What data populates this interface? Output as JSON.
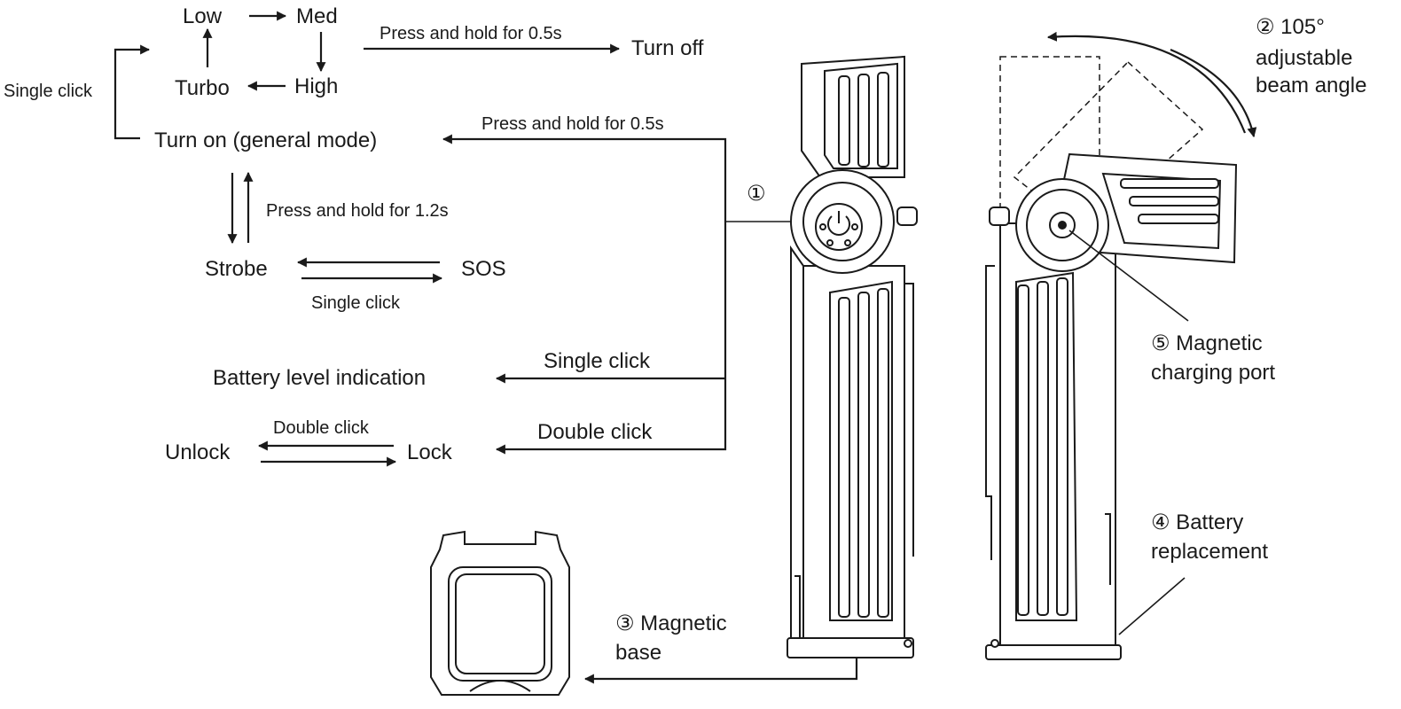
{
  "mode_cycle": {
    "low": "Low",
    "med": "Med",
    "high": "High",
    "turbo": "Turbo",
    "cycle_hint": "Single click"
  },
  "turn_off": {
    "hint": "Press and hold for 0.5s",
    "label": "Turn off"
  },
  "turn_on": {
    "hint": "Press and hold for 0.5s",
    "label": "Turn on (general mode)"
  },
  "special_modes": {
    "hint": "Press and hold for 1.2s",
    "strobe": "Strobe",
    "sos": "SOS",
    "toggle_hint": "Single click"
  },
  "battery": {
    "hint": "Single click",
    "label": "Battery level indication"
  },
  "lock": {
    "hint": "Double click",
    "label": "Lock",
    "unlock": "Unlock",
    "toggle_hint": "Double click"
  },
  "callouts": {
    "button": "①",
    "angle_line1": "② 105°",
    "angle_line2": "adjustable",
    "angle_line3": "beam angle",
    "base_line1": "③ Magnetic",
    "base_line2": "base",
    "battery_line1": "④ Battery",
    "battery_line2": "replacement",
    "port_line1": "⑤ Magnetic",
    "port_line2": "charging port"
  }
}
